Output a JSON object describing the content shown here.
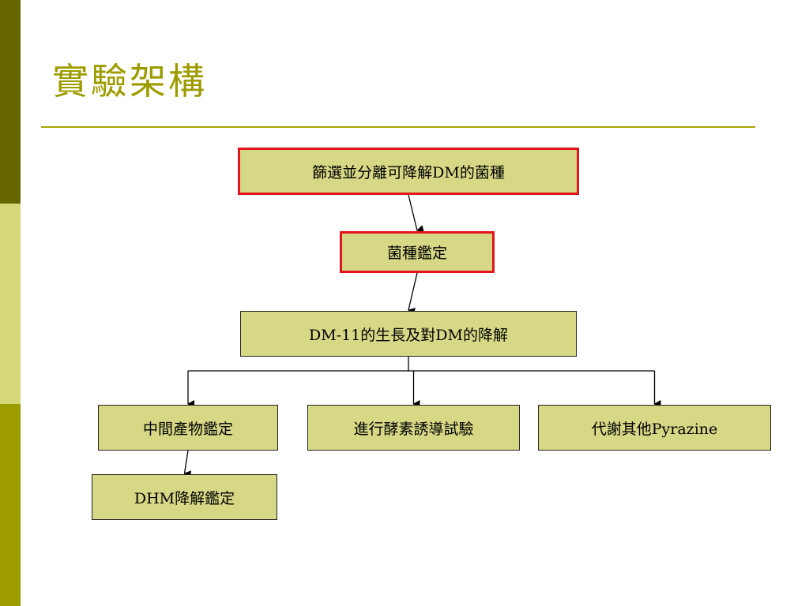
{
  "slide": {
    "title": "實驗架構"
  },
  "theme": {
    "sidebar_dark": "#666600",
    "sidebar_light": "#d6d878",
    "sidebar_mid": "#9c9c00",
    "box_fill": "#d6d885",
    "highlight_border": "#e3141b",
    "title_color": "#9c9c00"
  },
  "diagram": {
    "nodes": [
      {
        "id": "screen",
        "label": "篩選並分離可降解DM的菌種",
        "highlight": true
      },
      {
        "id": "identify",
        "label": "菌種鑑定",
        "highlight": true
      },
      {
        "id": "growth",
        "label": "DM-11的生長及對DM的降解",
        "highlight": false
      },
      {
        "id": "intermediate",
        "label": "中間產物鑑定",
        "highlight": false
      },
      {
        "id": "enzyme",
        "label": "進行酵素誘導試驗",
        "highlight": false
      },
      {
        "id": "pyrazine",
        "label": "代謝其他Pyrazine",
        "highlight": false
      },
      {
        "id": "dhm",
        "label": "DHM降解鑑定",
        "highlight": false
      }
    ],
    "edges": [
      {
        "from": "screen",
        "to": "identify"
      },
      {
        "from": "identify",
        "to": "growth"
      },
      {
        "from": "growth",
        "to": "intermediate"
      },
      {
        "from": "growth",
        "to": "enzyme"
      },
      {
        "from": "growth",
        "to": "pyrazine"
      },
      {
        "from": "intermediate",
        "to": "dhm"
      }
    ]
  }
}
